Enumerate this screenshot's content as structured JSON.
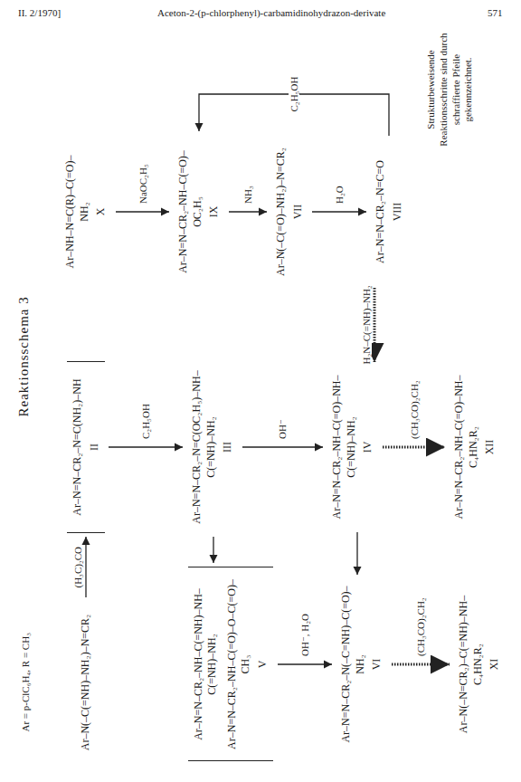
{
  "diagram": {
    "title": "Reaktionsschema 3",
    "nodes": [
      {
        "text": [
          "Ar–N(–C(=NH)–NH₂)–N=CR₂"
        ]
      },
      {
        "text": [
          "Ar–N=N–CR₂–N=C(NH₂)–NH",
          "II"
        ]
      },
      {
        "text": [
          "Ar–NH–N=C(R)–C(=O)–NH₂",
          "X"
        ]
      },
      {
        "text": [
          "Ar–N=N–CR₂–N=C(OC₂H₅)–NH–C(=NH)–NH₂",
          "III"
        ]
      },
      {
        "text": [
          "Ar–N=N–CR₂–NH–C(=NH)–NH–C(=NH)–NH₂",
          "Ar–N=N–CR₂–NH–C(=O)–O–C(=O)–CH₃",
          "V"
        ]
      },
      {
        "text": [
          "Ar–N=N–CR₂–NH–C(=O)–OC₂H₅",
          "IX"
        ]
      },
      {
        "text": [
          "Ar–N(–C(=O)–NH₂)–N=CR₂",
          "VII"
        ]
      },
      {
        "text": [
          "Ar–N=N–CR₂–NH–C(=O)–NH–C(=NH)–NH₂",
          "IV"
        ]
      },
      {
        "text": [
          "Ar–N=N–CR₂–N(–C=NH)–C(=O)–NH₂",
          "VI"
        ]
      },
      {
        "text": [
          "Ar–N=N–CR₂–N=C=O",
          "VIII"
        ]
      },
      {
        "text": [
          "Ar–N=N–CR₂–NH–C(=O)–NH–C₄HN₂R₂",
          "XII"
        ]
      },
      {
        "text": [
          "Ar–N(–N=CR₂)–C(=NH)–NH–C₄HN₂R₂",
          "XI"
        ]
      }
    ],
    "edges": [
      {
        "from": 0,
        "to": 1,
        "arrow": "to",
        "label": "(H₃C)₂CO"
      },
      {
        "from": 1,
        "to": 3,
        "arrow": "to",
        "label": "C₂H₅OH"
      },
      {
        "from": 3,
        "to": 7,
        "arrow": "to",
        "label": "OH⁻"
      },
      {
        "from": 7,
        "to": 10,
        "arrow": "to",
        "label": "(CH₃CO)₂CH₂"
      },
      {
        "from": 3,
        "to": 4,
        "arrow": "to"
      },
      {
        "from": 4,
        "to": 8,
        "arrow": "to",
        "label": "OH⁻, H₂O"
      },
      {
        "from": 7,
        "to": 8,
        "arrow": "to"
      },
      {
        "from": 8,
        "to": 11,
        "arrow": "to",
        "label": "(CH₃CO)₂CH₂"
      },
      {
        "from": 2,
        "to": 5,
        "arrow": "to",
        "label": "NaOC₂H₅"
      },
      {
        "from": 5,
        "to": 6,
        "arrow": "to",
        "label": "NH₃"
      },
      {
        "from": 6,
        "to": 9,
        "arrow": "to",
        "label": "H₂O"
      },
      {
        "from": 9,
        "to": 7,
        "arrow": "to",
        "label": "H₂N–C(=NH)–NH₂"
      },
      {
        "from": 9,
        "to": 5,
        "arrow": "to",
        "label": "C₂H₅OH"
      }
    ],
    "labels": [
      "II. 2/1970]",
      "Aceton-2-(p-chlorphenyl)-carbamidinohydrazon-derivate",
      "571",
      "Strukturbeweisende Reaktionsschritte sind durch schraffierte Pfeile gekennzeichnet.",
      "Ar = p-ClC₆H₄, R = CH₃"
    ]
  }
}
